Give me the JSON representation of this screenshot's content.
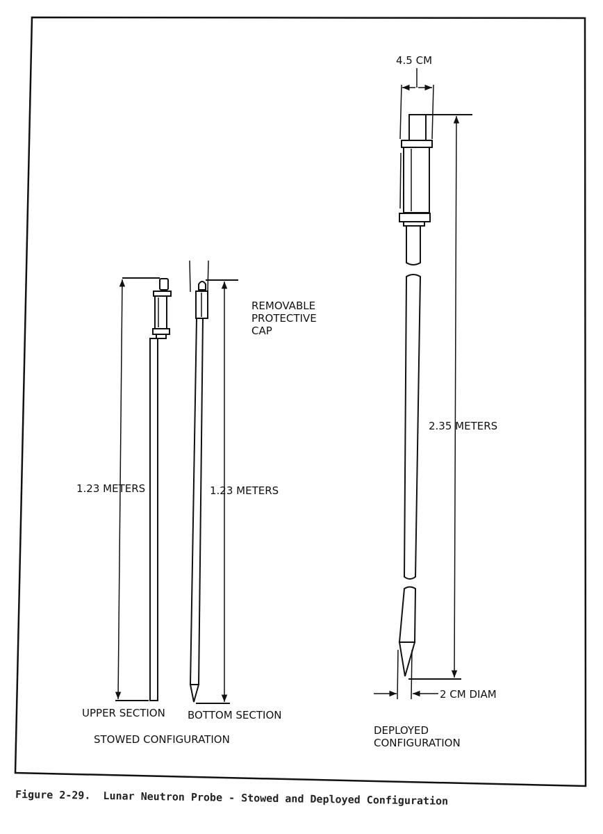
{
  "figure": {
    "caption": "Figure 2-29.  Lunar Neutron Probe - Stowed and Deployed Configuration"
  },
  "stowed": {
    "upper_length": "1.23 METERS",
    "bottom_length": "1.23 METERS",
    "cap_label_1": "REMOVABLE",
    "cap_label_2": "PROTECTIVE",
    "cap_label_3": "CAP",
    "upper_label": "UPPER SECTION",
    "bottom_label": "BOTTOM SECTION",
    "config_label": "STOWED CONFIGURATION"
  },
  "deployed": {
    "width": "4.5 CM",
    "length": "2.35 METERS",
    "diameter": "2 CM DIAM",
    "config_label_1": "DEPLOYED",
    "config_label_2": "CONFIGURATION"
  }
}
